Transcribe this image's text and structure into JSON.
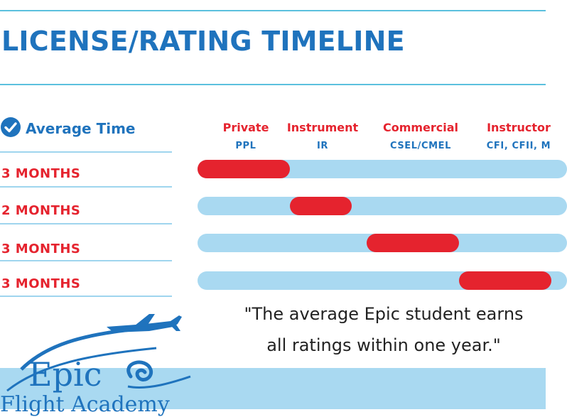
{
  "header": {
    "title": "LICENSE/RATING TIMELINE"
  },
  "average": {
    "heading": "Average Time"
  },
  "colors": {
    "blue": "#1f73bd",
    "red": "#e5232e",
    "track": "#a9d9f1",
    "rule": "#5bc0de"
  },
  "chart_data": {
    "type": "bar",
    "categories": [
      "Private",
      "Instrument",
      "Commercial",
      "Instructor"
    ],
    "codes": [
      "PPL",
      "IR",
      "CSEL/CMEL",
      "CFI, CFII, M"
    ],
    "durations_label": [
      "3 MONTHS",
      "2 MONTHS",
      "3 MONTHS",
      "3 MONTHS"
    ],
    "series": [
      {
        "start": 0,
        "end": 3
      },
      {
        "start": 3,
        "end": 5
      },
      {
        "start": 5.5,
        "end": 8.5
      },
      {
        "start": 8.5,
        "end": 11.5
      }
    ],
    "xlim": [
      0,
      12
    ]
  },
  "quote": {
    "line1": "\"The average Epic student earns",
    "line2": "all ratings within one year.\""
  },
  "logo": {
    "name": "Epic",
    "sub": "Flight Academy"
  }
}
